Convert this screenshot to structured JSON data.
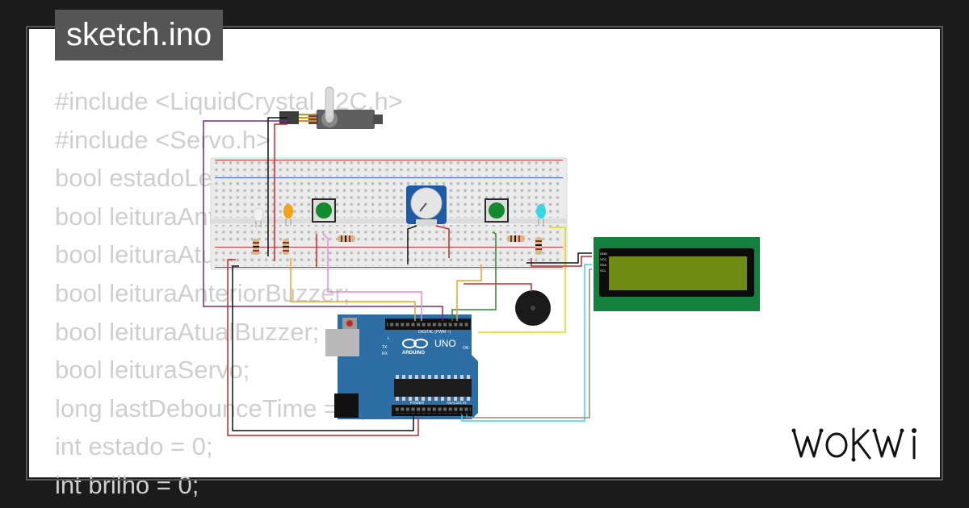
{
  "file_tab": {
    "label": "sketch.ino"
  },
  "code_lines": [
    "#include <LiquidCrystal_I2C.h>",
    "#include <Servo.h>",
    "bool estadoLed;",
    "bool leituraAnteriorBotao;",
    "bool leituraAtualBotao;",
    "bool leituraAnteriorBuzzer;",
    "bool leituraAtualBuzzer;",
    "bool leituraServo;",
    "long lastDebounceTime = 0;",
    "int estado = 0;",
    "int brilho = 0;"
  ],
  "arduino": {
    "model_label": "UNO",
    "brand_label": "ARDUINO",
    "digital_label": "DIGITAL (PWM ~)",
    "power_label": "POWER",
    "analog_label": "ANALOG IN",
    "tx_label": "TX",
    "rx_label": "RX",
    "on_label": "ON",
    "l_label": "L"
  },
  "lcd": {
    "pin_labels": [
      "GND",
      "VCC",
      "SDA",
      "SCL"
    ]
  },
  "brand": {
    "logo_text": "WOKWI"
  },
  "colors": {
    "page_bg": "#1b1b1b",
    "card_bg": "#ffffff",
    "tag_bg": "#555555",
    "code_text": "#cfcfcf",
    "arduino_board": "#2d6ea5",
    "lcd_board": "#13803d",
    "lcd_screen": "#6e8a12",
    "pot_body": "#1f5aa6",
    "button_cap": "#138a2c",
    "led_yellow": "#f0a21a",
    "led_cyan": "#36d6e8",
    "wire_purple": "#7b2a7d",
    "wire_pink": "#e58ad8",
    "wire_orange": "#f0a020",
    "wire_red": "#d11",
    "wire_green": "#2a8a2a",
    "wire_yellow": "#e6d800",
    "wire_cyan": "#38d6e6"
  }
}
